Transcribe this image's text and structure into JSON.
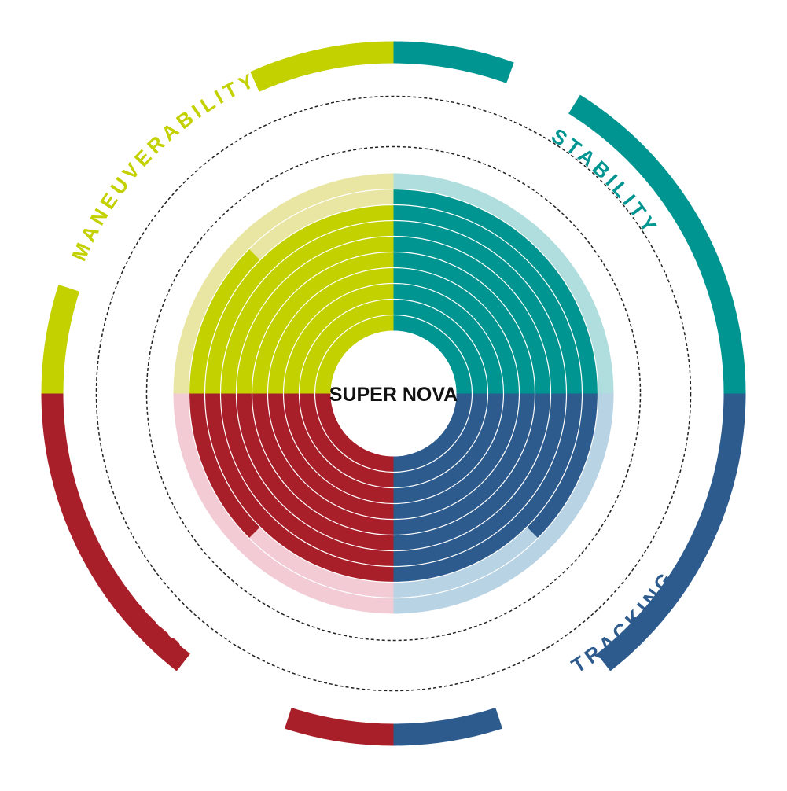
{
  "title": "SUPER NOVA",
  "chart_data": {
    "type": "radial-bar",
    "title": "SUPER NOVA",
    "scale_max": 10,
    "grid": true,
    "categories": [
      {
        "name": "STABILITY",
        "value": 9,
        "color": "#009591",
        "light": "#b0dddd"
      },
      {
        "name": "TRACKING",
        "value": 8.5,
        "color": "#2d5b8e",
        "light": "#b8d3e4"
      },
      {
        "name": "SPEED",
        "value": 8.5,
        "color": "#a81f29",
        "light": "#f2cbd5"
      },
      {
        "name": "MANEUVERABILITY",
        "value": 8.5,
        "color": "#c3d100",
        "light": "#e9e6a3"
      }
    ]
  }
}
